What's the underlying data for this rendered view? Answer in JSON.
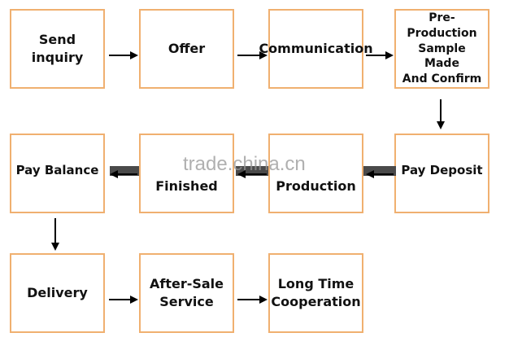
{
  "steps": {
    "send_inquiry": "Send inquiry",
    "offer": "Offer",
    "communication": "Communication",
    "pre_production": "Pre-Production\nSample Made\nAnd Confirm",
    "pay_balance": "Pay Balance",
    "finished": "Finished",
    "production": "Production",
    "pay_deposit": "Pay Deposit",
    "delivery": "Delivery",
    "after_sale": "After-Sale\nService",
    "long_time": "Long Time\nCooperation"
  },
  "watermark": "trade.china.cn",
  "colors": {
    "box_border": "#f0b070",
    "arrow": "#000000",
    "smear": "#4a4a4a"
  }
}
